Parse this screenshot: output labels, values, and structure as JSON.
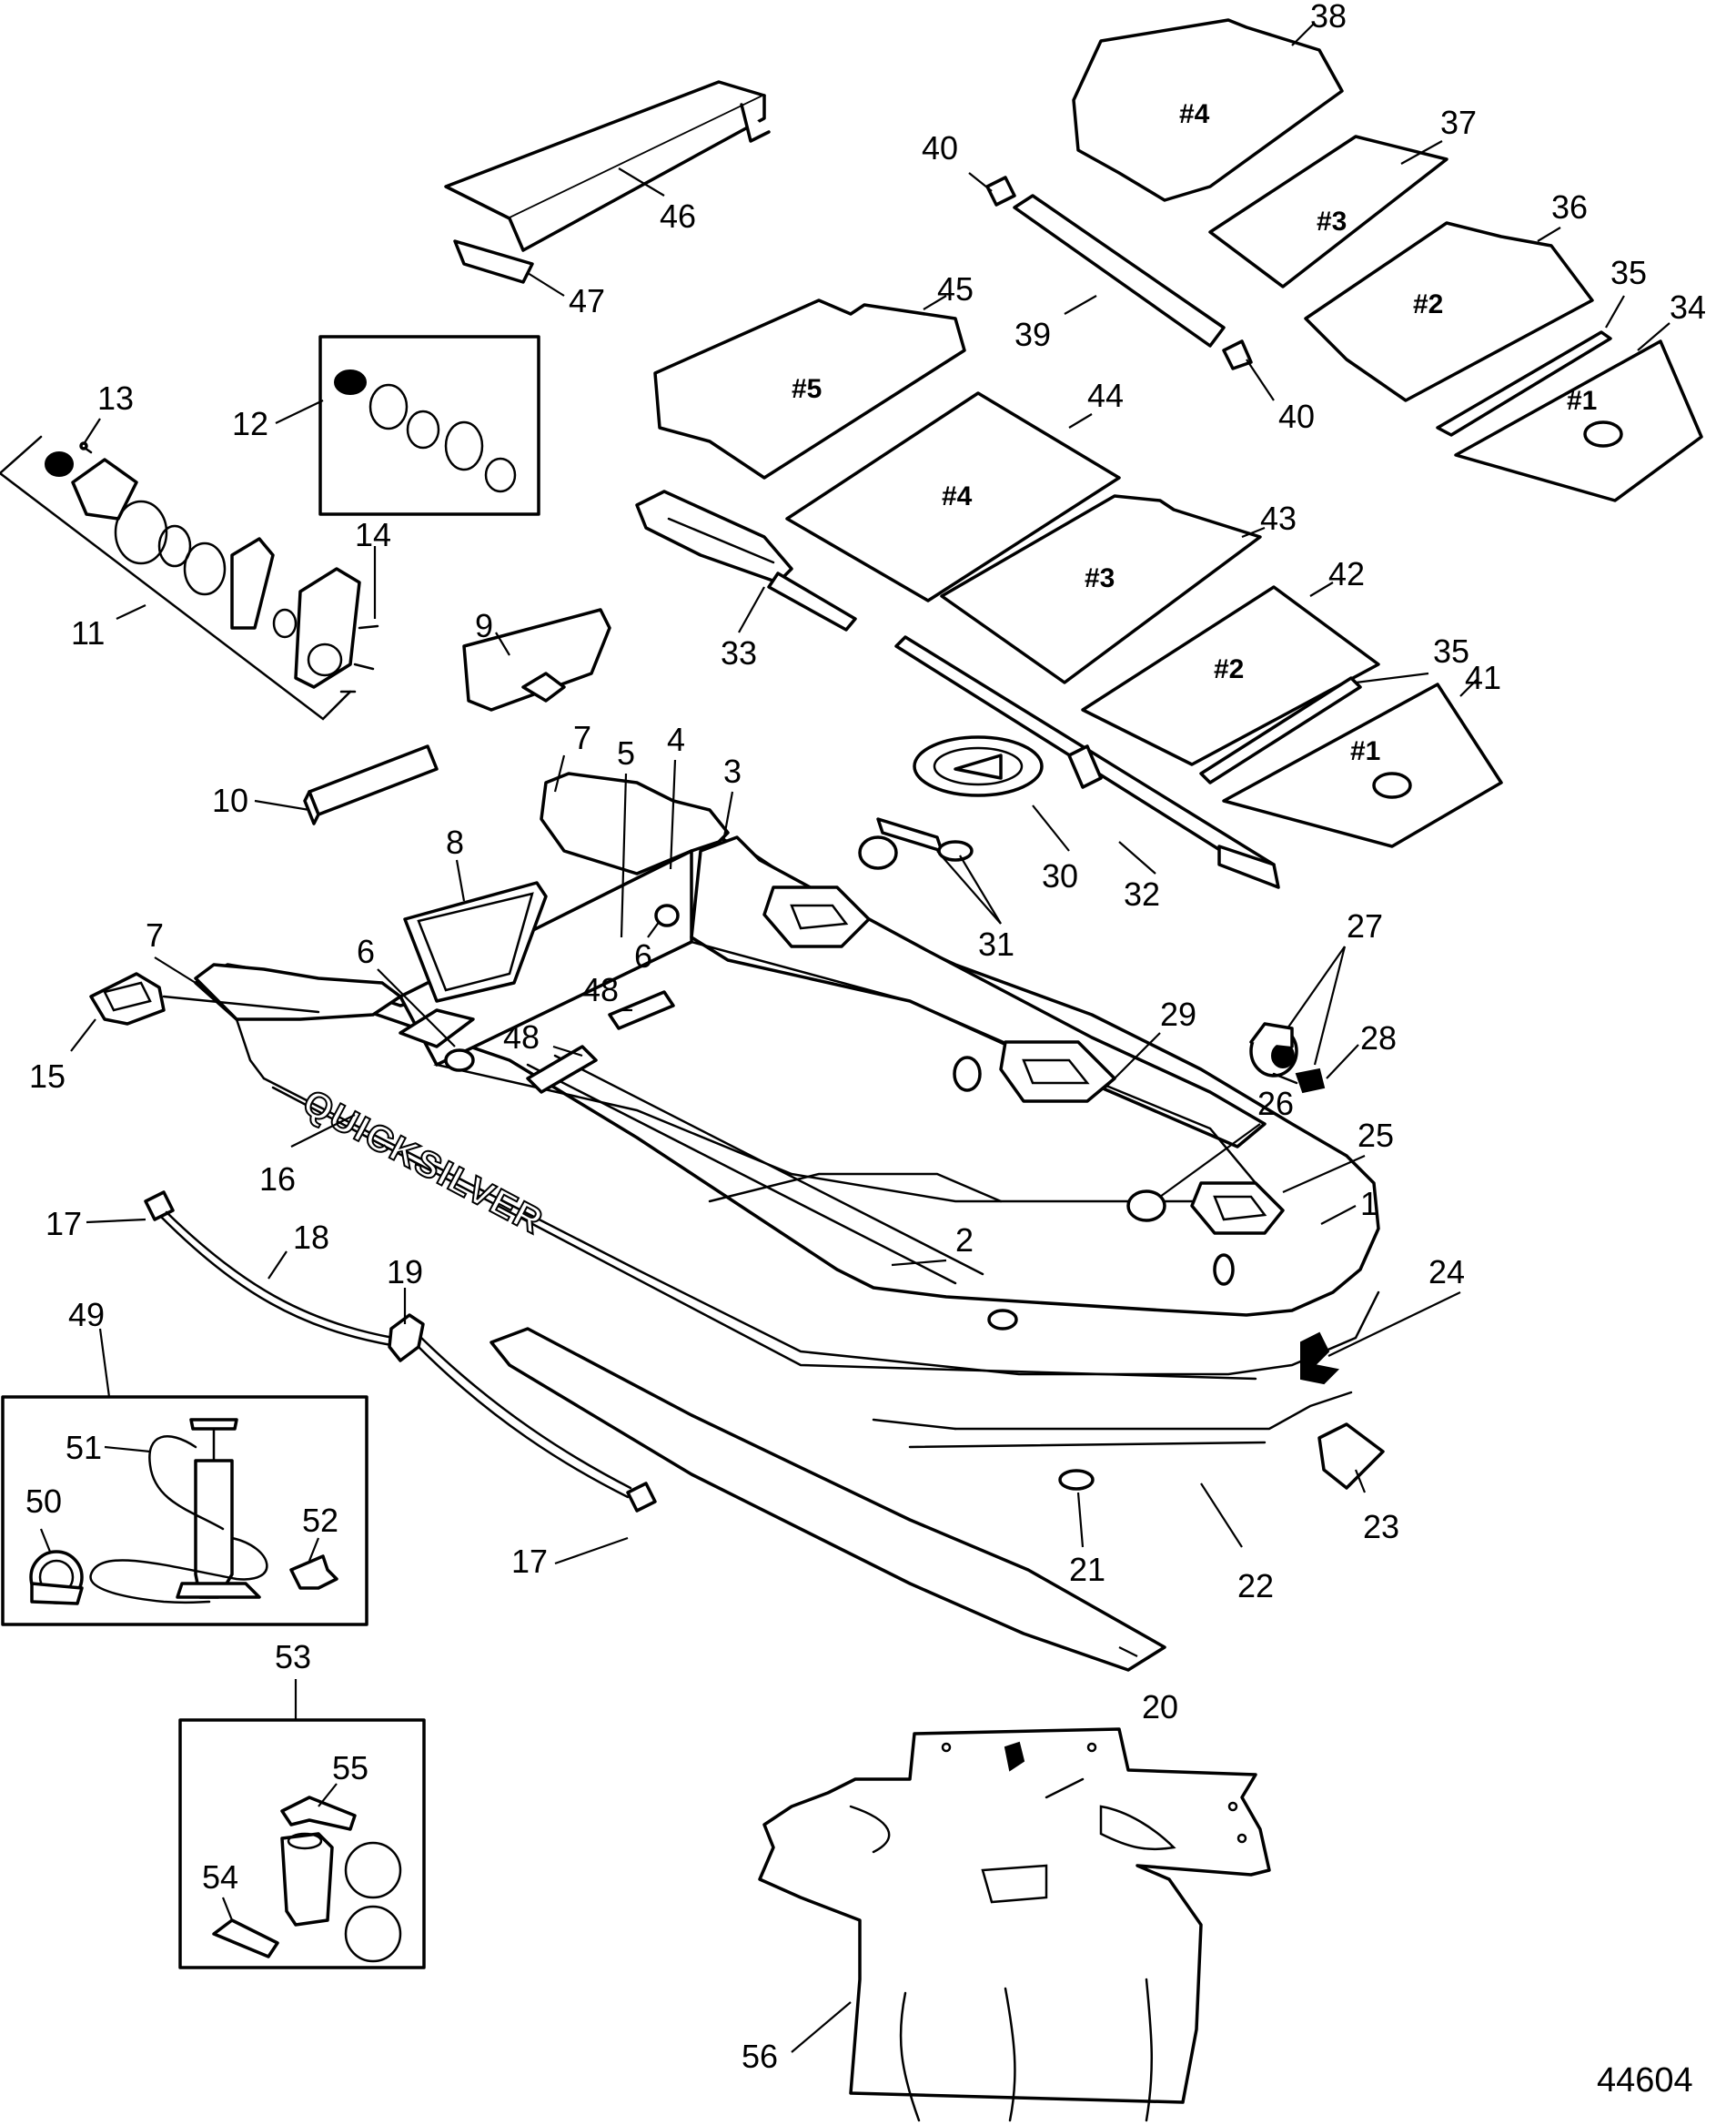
{
  "diagram": {
    "reference_number": "44604",
    "brand_text": "QUICKSILVER",
    "callouts": [
      {
        "id": "c1",
        "text": "1"
      },
      {
        "id": "c2",
        "text": "2"
      },
      {
        "id": "c3",
        "text": "3"
      },
      {
        "id": "c4",
        "text": "4"
      },
      {
        "id": "c5",
        "text": "5"
      },
      {
        "id": "c6a",
        "text": "6"
      },
      {
        "id": "c6b",
        "text": "6"
      },
      {
        "id": "c7a",
        "text": "7"
      },
      {
        "id": "c7b",
        "text": "7"
      },
      {
        "id": "c8",
        "text": "8"
      },
      {
        "id": "c9",
        "text": "9"
      },
      {
        "id": "c10",
        "text": "10"
      },
      {
        "id": "c11",
        "text": "11"
      },
      {
        "id": "c12",
        "text": "12"
      },
      {
        "id": "c13",
        "text": "13"
      },
      {
        "id": "c14",
        "text": "14"
      },
      {
        "id": "c15",
        "text": "15"
      },
      {
        "id": "c16",
        "text": "16"
      },
      {
        "id": "c17a",
        "text": "17"
      },
      {
        "id": "c17b",
        "text": "17"
      },
      {
        "id": "c18",
        "text": "18"
      },
      {
        "id": "c19",
        "text": "19"
      },
      {
        "id": "c20",
        "text": "20"
      },
      {
        "id": "c21",
        "text": "21"
      },
      {
        "id": "c22",
        "text": "22"
      },
      {
        "id": "c23",
        "text": "23"
      },
      {
        "id": "c24",
        "text": "24"
      },
      {
        "id": "c25",
        "text": "25"
      },
      {
        "id": "c26",
        "text": "26"
      },
      {
        "id": "c27",
        "text": "27"
      },
      {
        "id": "c28",
        "text": "28"
      },
      {
        "id": "c29",
        "text": "29"
      },
      {
        "id": "c30",
        "text": "30"
      },
      {
        "id": "c31",
        "text": "31"
      },
      {
        "id": "c32",
        "text": "32"
      },
      {
        "id": "c33",
        "text": "33"
      },
      {
        "id": "c34",
        "text": "34"
      },
      {
        "id": "c35a",
        "text": "35"
      },
      {
        "id": "c35b",
        "text": "35"
      },
      {
        "id": "c36",
        "text": "36"
      },
      {
        "id": "c37",
        "text": "37"
      },
      {
        "id": "c38",
        "text": "38"
      },
      {
        "id": "c39",
        "text": "39"
      },
      {
        "id": "c40a",
        "text": "40"
      },
      {
        "id": "c40b",
        "text": "40"
      },
      {
        "id": "c41",
        "text": "41"
      },
      {
        "id": "c42",
        "text": "42"
      },
      {
        "id": "c43",
        "text": "43"
      },
      {
        "id": "c44",
        "text": "44"
      },
      {
        "id": "c45",
        "text": "45"
      },
      {
        "id": "c46",
        "text": "46"
      },
      {
        "id": "c47",
        "text": "47"
      },
      {
        "id": "c48a",
        "text": "48"
      },
      {
        "id": "c48b",
        "text": "48"
      },
      {
        "id": "c49",
        "text": "49"
      },
      {
        "id": "c50",
        "text": "50"
      },
      {
        "id": "c51",
        "text": "51"
      },
      {
        "id": "c52",
        "text": "52"
      },
      {
        "id": "c53",
        "text": "53"
      },
      {
        "id": "c54",
        "text": "54"
      },
      {
        "id": "c55",
        "text": "55"
      },
      {
        "id": "c56",
        "text": "56"
      }
    ],
    "floor_panel_labels": {
      "upper_1": "#1",
      "upper_2": "#2",
      "upper_3": "#3",
      "upper_4": "#4",
      "lower_1": "#1",
      "lower_2": "#2",
      "lower_3": "#3",
      "lower_4": "#4",
      "lower_5": "#5"
    }
  }
}
